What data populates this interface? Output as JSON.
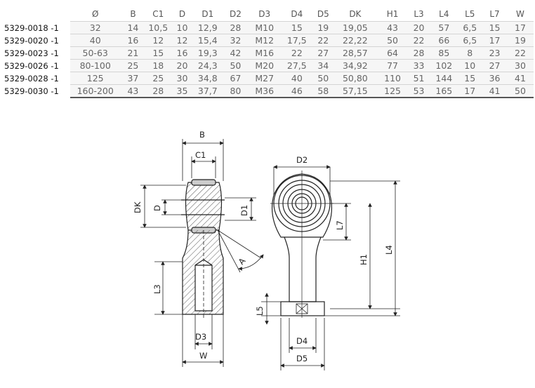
{
  "table": {
    "headers": [
      "Ø",
      "B",
      "C1",
      "D",
      "D1",
      "D2",
      "D3",
      "D4",
      "D5",
      "DK",
      "H1",
      "L3",
      "L4",
      "L5",
      "L7",
      "W"
    ],
    "rows": [
      {
        "ref": "5329-0018 -1",
        "cells": [
          "32",
          "14",
          "10,5",
          "10",
          "12,9",
          "28",
          "M10",
          "15",
          "19",
          "19,05",
          "43",
          "20",
          "57",
          "6,5",
          "15",
          "17"
        ]
      },
      {
        "ref": "5329-0020 -1",
        "cells": [
          "40",
          "16",
          "12",
          "12",
          "15,4",
          "32",
          "M12",
          "17,5",
          "22",
          "22,22",
          "50",
          "22",
          "66",
          "6,5",
          "17",
          "19"
        ]
      },
      {
        "ref": "5329-0023 -1",
        "cells": [
          "50-63",
          "21",
          "15",
          "16",
          "19,3",
          "42",
          "M16",
          "22",
          "27",
          "28,57",
          "64",
          "28",
          "85",
          "8",
          "23",
          "22"
        ]
      },
      {
        "ref": "5329-0026 -1",
        "cells": [
          "80-100",
          "25",
          "18",
          "20",
          "24,3",
          "50",
          "M20",
          "27,5",
          "34",
          "34,92",
          "77",
          "33",
          "102",
          "10",
          "27",
          "30"
        ]
      },
      {
        "ref": "5329-0028 -1",
        "cells": [
          "125",
          "37",
          "25",
          "30",
          "34,8",
          "67",
          "M27",
          "40",
          "50",
          "50,80",
          "110",
          "51",
          "144",
          "15",
          "36",
          "41"
        ]
      },
      {
        "ref": "5329-0030 -1",
        "cells": [
          "160-200",
          "43",
          "28",
          "35",
          "37,7",
          "80",
          "M36",
          "46",
          "58",
          "57,15",
          "125",
          "53",
          "165",
          "17",
          "41",
          "50"
        ]
      }
    ]
  },
  "drawing": {
    "labels": {
      "B": "B",
      "C1": "C1",
      "DK": "DK",
      "D": "D",
      "D1": "D1",
      "A": "A",
      "L3": "L3",
      "D3": "D3",
      "W": "W",
      "D2": "D2",
      "L7": "L7",
      "H1": "H1",
      "L4": "L4",
      "L5": "L5",
      "D4": "D4",
      "D5": "D5"
    }
  }
}
